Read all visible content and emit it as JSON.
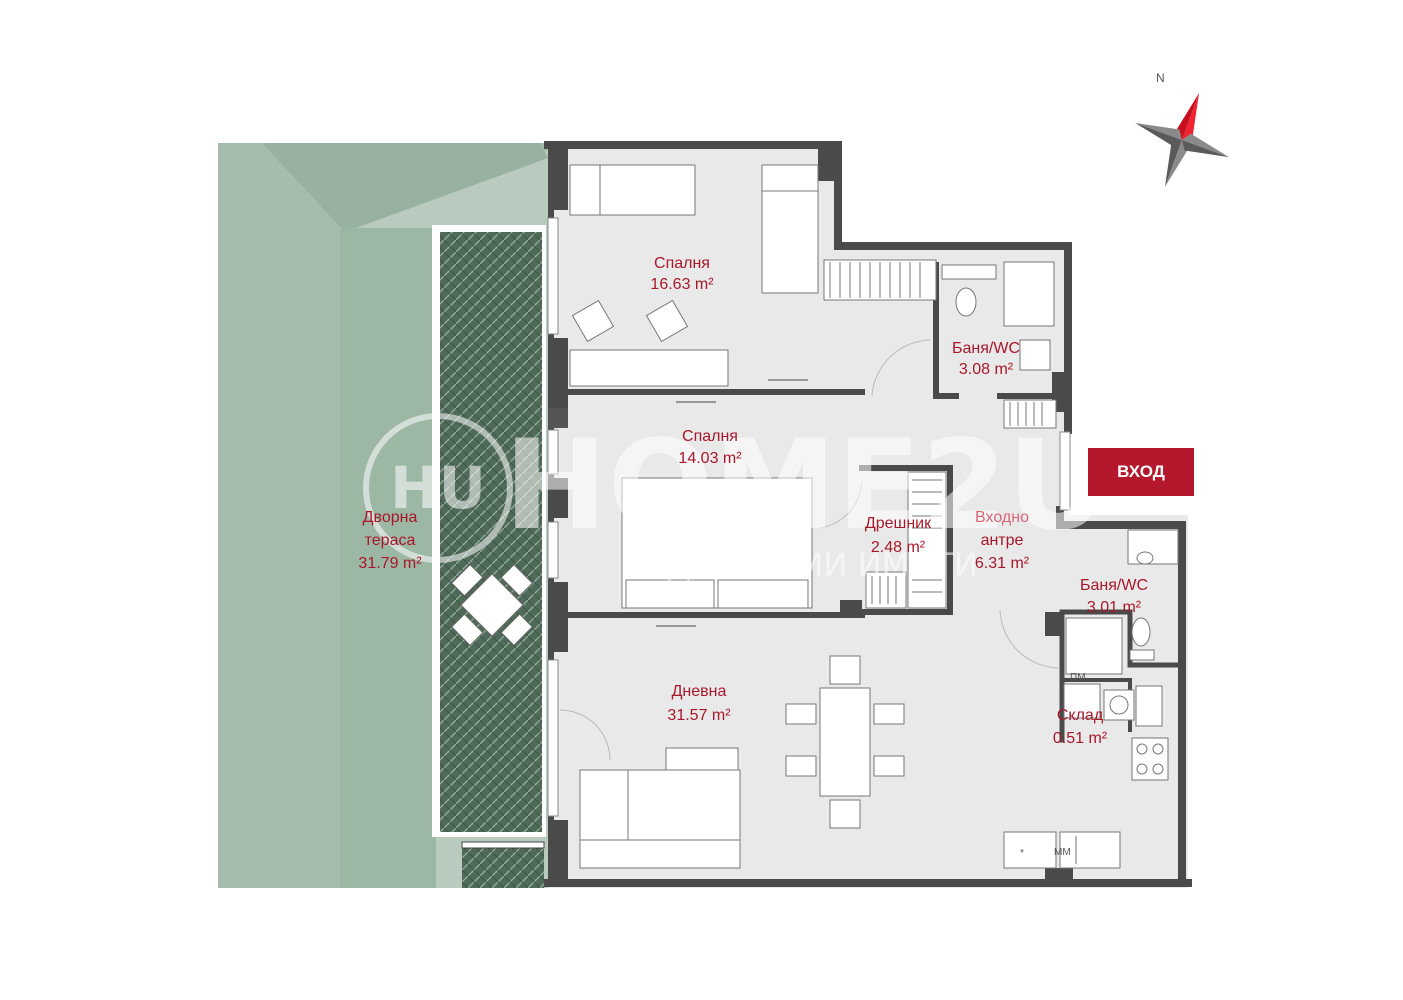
{
  "watermark": {
    "logo": "HU",
    "brand": "HOME2U",
    "tagline": "НЕДВИЖИМИ ИМОТИ"
  },
  "compass": {
    "north_label": "N",
    "needle_color": "#d1111f"
  },
  "entrance_label": "ВХОД",
  "colors": {
    "accent": "#b5172c",
    "label": "#a8182b",
    "garden": "#9db7a5",
    "floor": "#e9e9e9",
    "wall": "#4a4a4a"
  },
  "rooms": {
    "bedroom1": {
      "name": "Спалня",
      "area": "16.63 m²"
    },
    "bath1": {
      "name": "Баня/WC",
      "area": "3.08 m²"
    },
    "bedroom2": {
      "name": "Спалня",
      "area": "14.03 m²"
    },
    "closet": {
      "name": "Дрешник",
      "area": "2.48 m²"
    },
    "hall": {
      "name1": "Входно",
      "name2": "антре",
      "area": "6.31 m²"
    },
    "bath2": {
      "name": "Баня/WC",
      "area": "3.01 m²"
    },
    "storage": {
      "name": "Склад",
      "area": "0.51 m²"
    },
    "living": {
      "name": "Дневна",
      "area": "31.57 m²"
    },
    "terrace": {
      "name1": "Дворна",
      "name2": "тераса",
      "area": "31.79 m²"
    }
  },
  "fixtures": {
    "washer": "ПМ",
    "dishwasher": "ММ",
    "fridge": "*"
  }
}
